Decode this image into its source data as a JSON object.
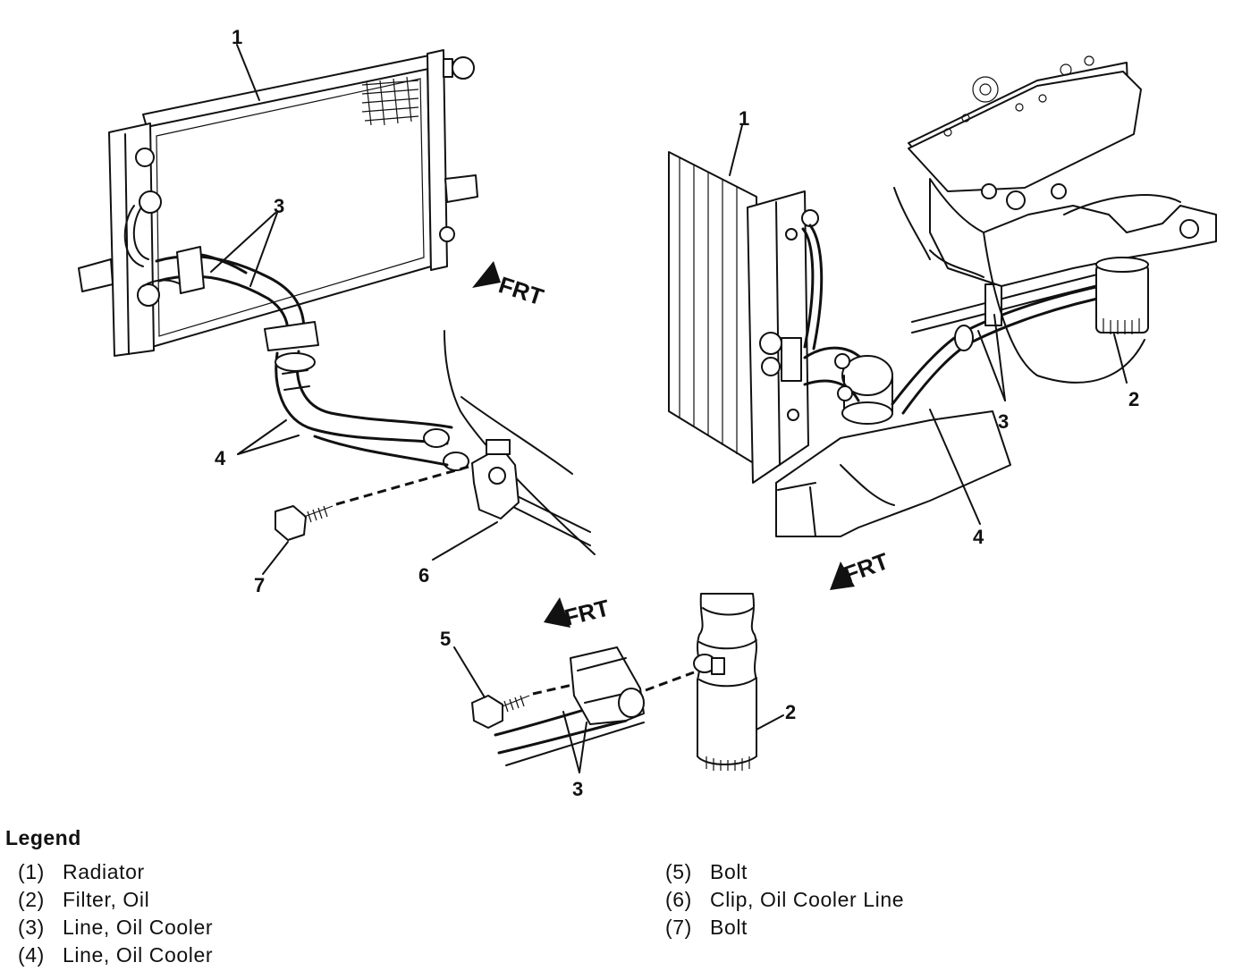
{
  "callouts": {
    "left": {
      "c1": "1",
      "c3": "3",
      "c4": "4",
      "c6": "6",
      "c7": "7"
    },
    "right": {
      "c1": "1",
      "c2": "2",
      "c3": "3",
      "c4": "4"
    },
    "bottom": {
      "c5": "5",
      "c2": "2",
      "c3": "3"
    }
  },
  "frt_labels": {
    "left": "FRT",
    "center": "FRT",
    "right": "FRT"
  },
  "legend": {
    "title": "Legend",
    "items": [
      {
        "num": "(1)",
        "text": "Radiator"
      },
      {
        "num": "(2)",
        "text": "Filter, Oil"
      },
      {
        "num": "(3)",
        "text": "Line, Oil Cooler"
      },
      {
        "num": "(4)",
        "text": "Line, Oil Cooler"
      },
      {
        "num": "(5)",
        "text": "Bolt"
      },
      {
        "num": "(6)",
        "text": "Clip, Oil Cooler Line"
      },
      {
        "num": "(7)",
        "text": "Bolt"
      }
    ]
  }
}
